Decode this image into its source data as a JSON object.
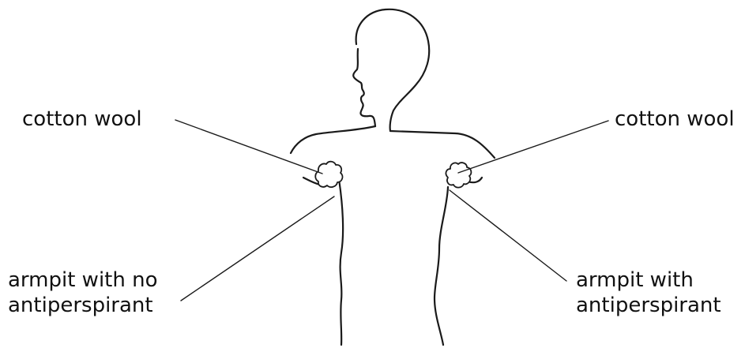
{
  "labels": {
    "cotton_wool_left": "cotton wool",
    "cotton_wool_right": "cotton wool",
    "armpit_no_antiperspirant_line1": "armpit with no",
    "armpit_no_antiperspirant_line2": "antiperspirant",
    "armpit_with_antiperspirant_line1": "armpit with",
    "armpit_with_antiperspirant_line2": "antiperspirant"
  }
}
